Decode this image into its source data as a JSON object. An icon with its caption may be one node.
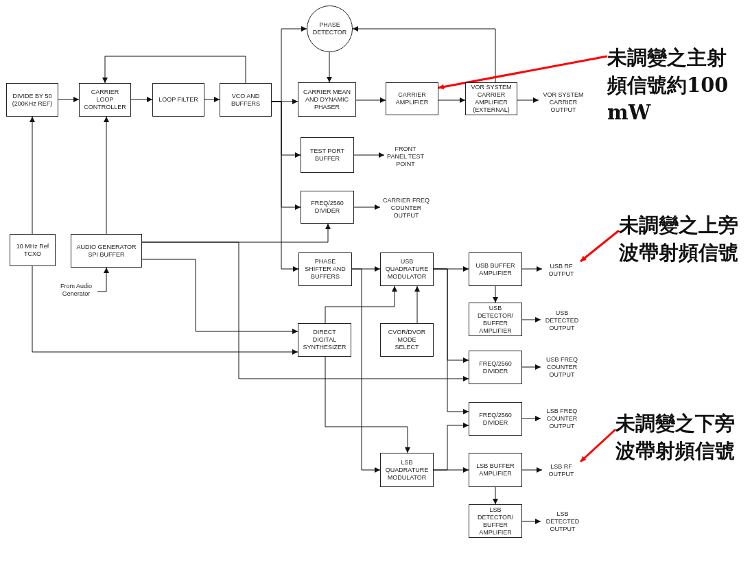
{
  "diagram": {
    "nodes": [
      {
        "text": [
          "DIVIDE BY 50 (200KHz REF)"
        ]
      },
      {
        "text": [
          "CARRIER LOOP CONTROLLER"
        ]
      },
      {
        "text": [
          "LOOP FILTER"
        ]
      },
      {
        "text": [
          "VCO AND BUFFERS"
        ]
      },
      {
        "text": [
          "PHASE DETECTOR"
        ]
      },
      {
        "text": [
          "CARRIER MEAN AND DYNAMIC PHASER"
        ]
      },
      {
        "text": [
          "CARRIER AMPLIFIER"
        ]
      },
      {
        "text": [
          "VOR SYSTEM CARRIER AMPLIFIER (EXTERNAL)"
        ]
      },
      {
        "text": [
          "VOR SYSTEM CARRIER OUTPUT"
        ]
      },
      {
        "text": [
          "TEST PORT BUFFER"
        ]
      },
      {
        "text": [
          "FRONT PANEL TEST POINT"
        ]
      },
      {
        "text": [
          "FREQ/2560 DIVIDER"
        ]
      },
      {
        "text": [
          "CARRIER FREQ COUNTER OUTPUT"
        ]
      },
      {
        "text": [
          "10 MHz Ref TCXO"
        ]
      },
      {
        "text": [
          "AUDIO GENERATOR SPI BUFFER"
        ]
      },
      {
        "text": [
          "From Audio Generator"
        ]
      },
      {
        "text": [
          "PHASE SHIFTER AND BUFFERS"
        ]
      },
      {
        "text": [
          "USB QUADRATURE MODULATOR"
        ]
      },
      {
        "text": [
          "USB BUFFER AMPLIFIER"
        ]
      },
      {
        "text": [
          "USB RF OUTPUT"
        ]
      },
      {
        "text": [
          "USB DETECTOR/ BUFFER AMPLIFIER"
        ]
      },
      {
        "text": [
          "USB DETECTED OUTPUT"
        ]
      },
      {
        "text": [
          "DIRECT DIGITAL SYNTHESIZER"
        ]
      },
      {
        "text": [
          "CVOR/DVOR MODE SELECT"
        ]
      },
      {
        "text": [
          "FREQ/2560 DIVIDER"
        ]
      },
      {
        "text": [
          "USB FREQ COUNTER OUTPUT"
        ]
      },
      {
        "text": [
          "FREQ/2560 DIVIDER"
        ]
      },
      {
        "text": [
          "LSB FREQ COUNTER OUTPUT"
        ]
      },
      {
        "text": [
          "LSB QUADRATURE MODULATOR"
        ]
      },
      {
        "text": [
          "LSB BUFFER AMPLIFIER"
        ]
      },
      {
        "text": [
          "LSB RF OUTPUT"
        ]
      },
      {
        "text": [
          "LSB DETECTOR/ BUFFER AMPLIFIER"
        ]
      },
      {
        "text": [
          "LSB DETECTED OUTPUT"
        ]
      },
      {
        "text": [
          "未調變之主射頻信號約100 mW"
        ]
      },
      {
        "text": [
          "未調變之上旁波帶射頻信號"
        ]
      },
      {
        "text": [
          "未調變之下旁波帶射頻信號"
        ]
      }
    ],
    "edges": [
      {
        "from": 0,
        "to": 1,
        "arrow": "to"
      },
      {
        "from": 1,
        "to": 2,
        "arrow": "to"
      },
      {
        "from": 2,
        "to": 3,
        "arrow": "to"
      },
      {
        "from": 3,
        "to": 1,
        "arrow": "to"
      },
      {
        "from": 3,
        "to": 4,
        "arrow": "to"
      },
      {
        "from": 3,
        "to": 5,
        "arrow": "to"
      },
      {
        "from": 3,
        "to": 9,
        "arrow": "to"
      },
      {
        "from": 3,
        "to": 11,
        "arrow": "to"
      },
      {
        "from": 3,
        "to": 16,
        "arrow": "to"
      },
      {
        "from": 4,
        "to": 5,
        "arrow": "to"
      },
      {
        "from": 7,
        "to": 4,
        "arrow": "to"
      },
      {
        "from": 5,
        "to": 6,
        "arrow": "to"
      },
      {
        "from": 6,
        "to": 7,
        "arrow": "to"
      },
      {
        "from": 7,
        "to": 8,
        "arrow": "to"
      },
      {
        "from": 9,
        "to": 10,
        "arrow": "to"
      },
      {
        "from": 11,
        "to": 12,
        "arrow": "to"
      },
      {
        "from": 13,
        "to": 0,
        "arrow": "to"
      },
      {
        "from": 13,
        "to": 22,
        "arrow": "to"
      },
      {
        "from": 14,
        "to": 1,
        "arrow": "to"
      },
      {
        "from": 15,
        "to": 14,
        "arrow": "to"
      },
      {
        "from": 14,
        "to": 11,
        "arrow": "to"
      },
      {
        "from": 14,
        "to": 24,
        "arrow": "to"
      },
      {
        "from": 14,
        "to": 22,
        "arrow": "to"
      },
      {
        "from": 16,
        "to": 17,
        "arrow": "to"
      },
      {
        "from": 16,
        "to": 28,
        "arrow": "to"
      },
      {
        "from": 22,
        "to": 17,
        "arrow": "to"
      },
      {
        "from": 22,
        "to": 28,
        "arrow": "to"
      },
      {
        "from": 23,
        "to": 17,
        "arrow": "to"
      },
      {
        "from": 17,
        "to": 18,
        "arrow": "to"
      },
      {
        "from": 17,
        "to": 24,
        "arrow": "to"
      },
      {
        "from": 17,
        "to": 26,
        "arrow": "to"
      },
      {
        "from": 18,
        "to": 19,
        "arrow": "to"
      },
      {
        "from": 18,
        "to": 20,
        "arrow": "to"
      },
      {
        "from": 20,
        "to": 21,
        "arrow": "to"
      },
      {
        "from": 24,
        "to": 25,
        "arrow": "to"
      },
      {
        "from": 26,
        "to": 27,
        "arrow": "to"
      },
      {
        "from": 28,
        "to": 29,
        "arrow": "to"
      },
      {
        "from": 28,
        "to": 26,
        "arrow": "to"
      },
      {
        "from": 29,
        "to": 30,
        "arrow": "to"
      },
      {
        "from": 29,
        "to": 31,
        "arrow": "to"
      },
      {
        "from": 31,
        "to": 32,
        "arrow": "to"
      },
      {
        "from": 33,
        "to": 6,
        "arrow": "to",
        "style": "thick",
        "color": "#ff0000"
      },
      {
        "from": 34,
        "to": 19,
        "arrow": "to",
        "style": "thick",
        "color": "#ff0000"
      },
      {
        "from": 35,
        "to": 30,
        "arrow": "to",
        "style": "thick",
        "color": "#ff0000"
      }
    ]
  }
}
